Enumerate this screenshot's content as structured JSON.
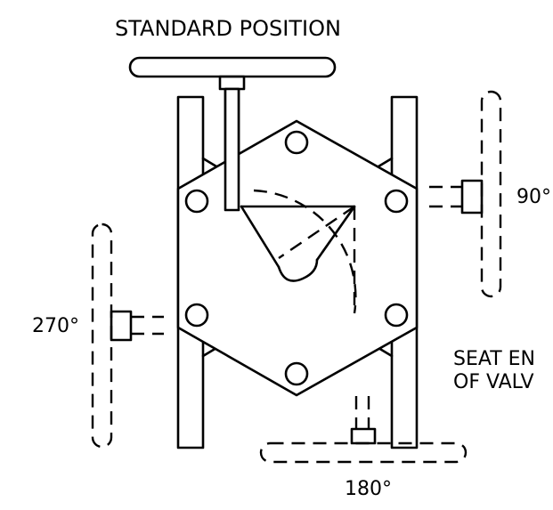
{
  "labels": {
    "standard": "STANDARD POSITION",
    "deg90": "90°",
    "deg270": "270°",
    "deg180": "180°",
    "seat_line1": "SEAT EN",
    "seat_line2": "OF VALV"
  }
}
